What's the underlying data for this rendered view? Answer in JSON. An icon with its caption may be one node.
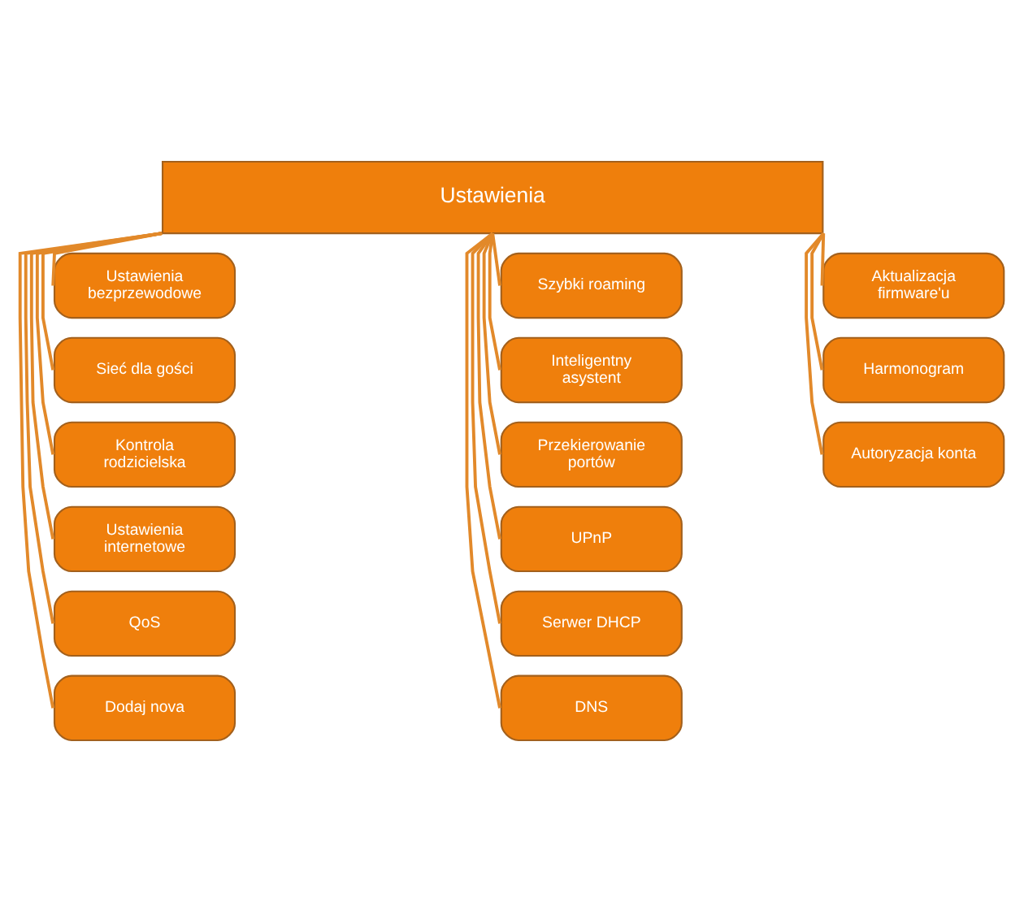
{
  "diagram": {
    "nodes": [
      {
        "text": [
          "Ustawienia"
        ]
      },
      {
        "text": [
          "Ustawienia bezprzewodowe"
        ]
      },
      {
        "text": [
          "Sieć dla gości"
        ]
      },
      {
        "text": [
          "Kontrola rodzicielska"
        ]
      },
      {
        "text": [
          "Ustawienia internetowe"
        ]
      },
      {
        "text": [
          "QoS"
        ]
      },
      {
        "text": [
          "Dodaj nova"
        ]
      },
      {
        "text": [
          "Szybki roaming"
        ]
      },
      {
        "text": [
          "Inteligentny asystent"
        ]
      },
      {
        "text": [
          "Przekierowanie portów"
        ]
      },
      {
        "text": [
          "UPnP"
        ]
      },
      {
        "text": [
          "Serwer DHCP"
        ]
      },
      {
        "text": [
          "DNS"
        ]
      },
      {
        "text": [
          "Aktualizacja firmware'u"
        ]
      },
      {
        "text": [
          "Harmonogram"
        ]
      },
      {
        "text": [
          "Autoryzacja konta"
        ]
      }
    ],
    "edges": [
      {
        "from": 0,
        "to": 1,
        "arrow": "none"
      },
      {
        "from": 0,
        "to": 2,
        "arrow": "none"
      },
      {
        "from": 0,
        "to": 3,
        "arrow": "none"
      },
      {
        "from": 0,
        "to": 4,
        "arrow": "none"
      },
      {
        "from": 0,
        "to": 5,
        "arrow": "none"
      },
      {
        "from": 0,
        "to": 6,
        "arrow": "none"
      },
      {
        "from": 0,
        "to": 7,
        "arrow": "none"
      },
      {
        "from": 0,
        "to": 8,
        "arrow": "none"
      },
      {
        "from": 0,
        "to": 9,
        "arrow": "none"
      },
      {
        "from": 0,
        "to": 10,
        "arrow": "none"
      },
      {
        "from": 0,
        "to": 11,
        "arrow": "none"
      },
      {
        "from": 0,
        "to": 12,
        "arrow": "none"
      },
      {
        "from": 0,
        "to": 13,
        "arrow": "none"
      },
      {
        "from": 0,
        "to": 14,
        "arrow": "none"
      },
      {
        "from": 0,
        "to": 15,
        "arrow": "none"
      }
    ]
  }
}
